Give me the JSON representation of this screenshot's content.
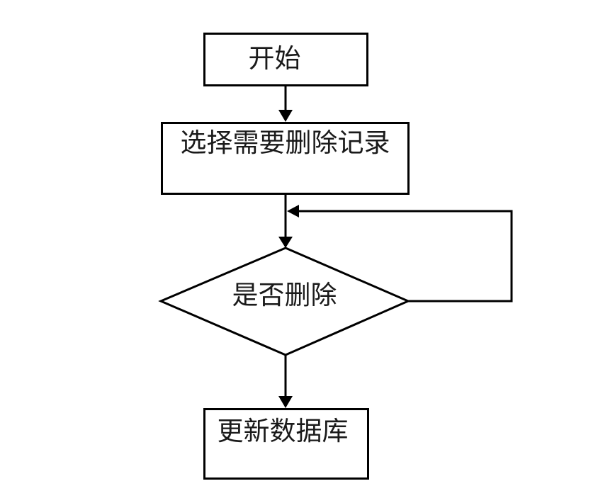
{
  "flowchart": {
    "direction": "top-down",
    "nodes": [
      {
        "id": "start",
        "type": "process",
        "label": "开始"
      },
      {
        "id": "select",
        "type": "process",
        "label": "选择需要删除记录"
      },
      {
        "id": "decision",
        "type": "decision",
        "label": "是否删除"
      },
      {
        "id": "update",
        "type": "process",
        "label": "更新数据库"
      }
    ],
    "edges": [
      {
        "from": "start",
        "to": "select"
      },
      {
        "from": "select",
        "to": "decision"
      },
      {
        "from": "decision",
        "to": "select-decision-junction",
        "note": "loop back from right side of decision"
      },
      {
        "from": "decision",
        "to": "update"
      }
    ],
    "colors": {
      "stroke": "#000000",
      "background": "#ffffff",
      "text": "#1a1a1a"
    }
  }
}
